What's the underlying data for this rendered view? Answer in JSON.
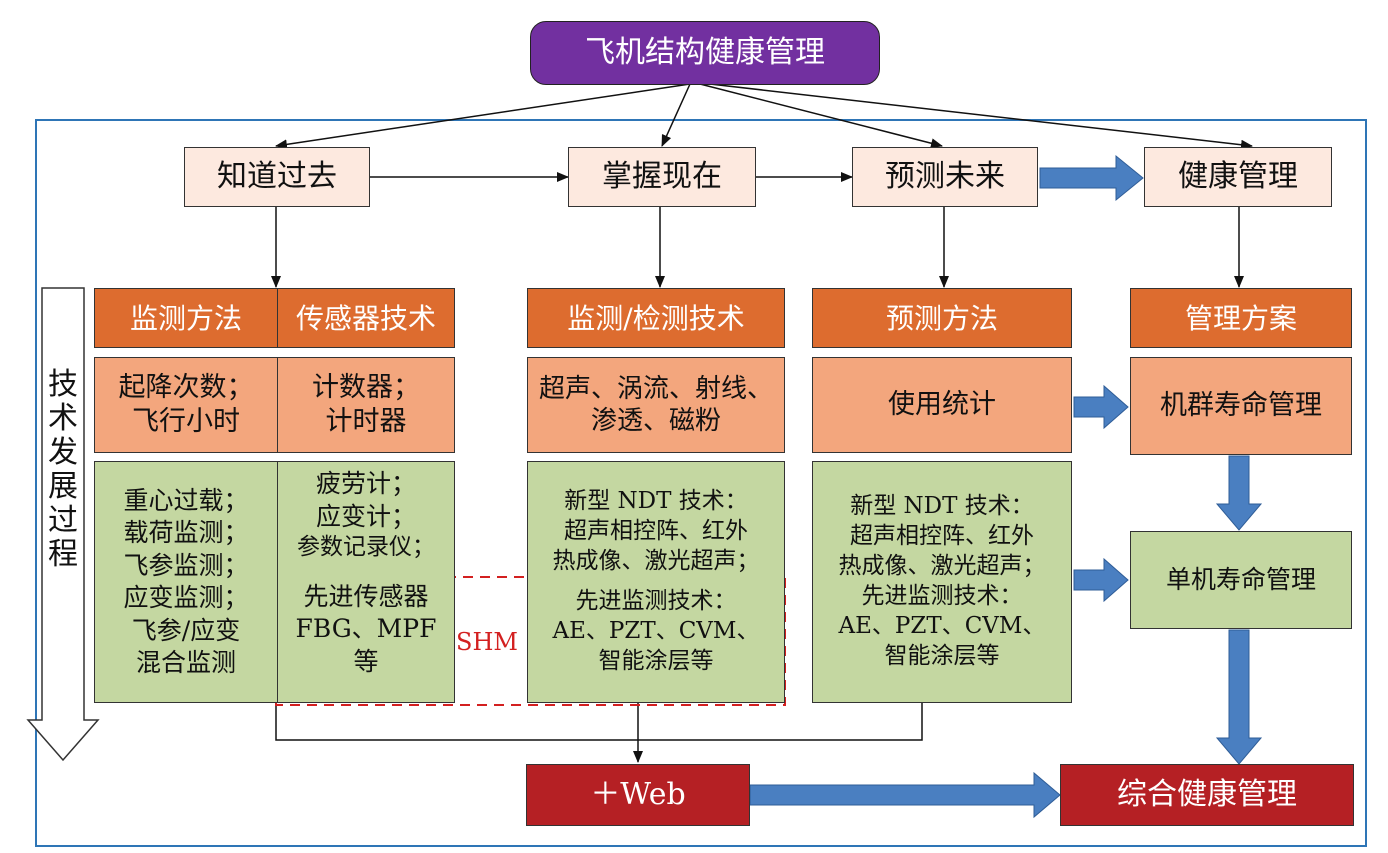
{
  "title": "飞机结构健康管理",
  "side_label": [
    "技",
    "术",
    "发",
    "展",
    "过",
    "程"
  ],
  "stages": {
    "past": "知道过去",
    "present": "掌握现在",
    "future": "预测未来",
    "health": "健康管理"
  },
  "headers": {
    "monitor_method": "监测方法",
    "sensor_tech": "传感器技术",
    "detect_tech": "监测/检测技术",
    "predict_method": "预测方法",
    "mgmt_plan": "管理方案"
  },
  "row1": {
    "method": [
      "起降次数；",
      "飞行小时"
    ],
    "sensor": [
      "计数器；",
      "计时器"
    ],
    "detect": [
      "超声、涡流、射线、",
      "渗透、磁粉"
    ],
    "predict": "使用统计",
    "mgmt": "机群寿命管理"
  },
  "row2": {
    "method": [
      "重心过载；",
      "载荷监测；",
      "飞参监测；",
      "应变监测；",
      "飞参/应变",
      "混合监测"
    ],
    "sensor_top": [
      "疲劳计；",
      "应变计；",
      "参数记录仪；"
    ],
    "sensor_bottom": [
      "先进传感器",
      "FBG、MPF",
      "等"
    ],
    "detect": [
      "新型 NDT 技术：",
      "超声相控阵、红外",
      "热成像、激光超声；",
      "先进监测技术：",
      "AE、PZT、CVM、",
      "智能涂层等"
    ],
    "predict": [
      "新型 NDT 技术：",
      "超声相控阵、红外",
      "热成像、激光超声；",
      "先进监测技术：",
      "AE、PZT、CVM、",
      "智能涂层等"
    ],
    "mgmt": "单机寿命管理"
  },
  "shm_label": "SHM",
  "web": "＋Web",
  "integrated": "综合健康管理",
  "colors": {
    "title_bg": "#7230a0",
    "stage_bg": "#fde9df",
    "header_bg": "#dd6c2f",
    "row1_bg": "#f3a67d",
    "row2_bg": "#c4d7a1",
    "red_bg": "#b52024",
    "frame": "#2e75b6",
    "thick_arrow": "#4a7fc1",
    "shm_dash": "#d32020"
  }
}
